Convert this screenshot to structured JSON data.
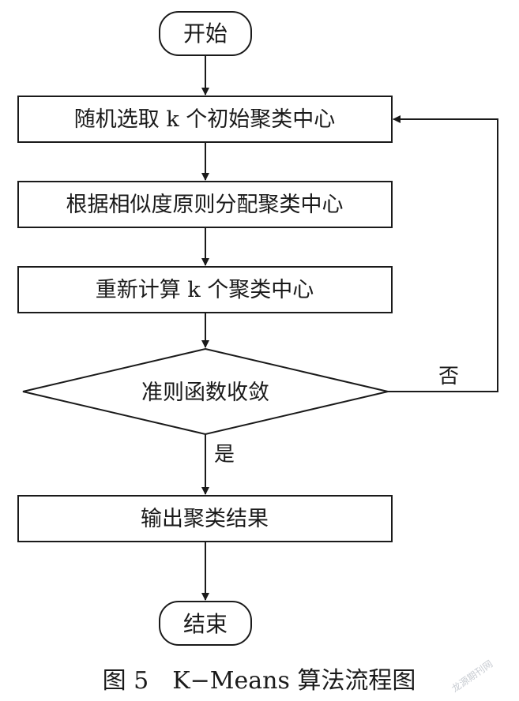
{
  "flowchart": {
    "start": "开始",
    "step1": "随机选取 k 个初始聚类中心",
    "step2": "根据相似度原则分配聚类中心",
    "step3": "重新计算 k 个聚类中心",
    "decision": "准则函数收敛",
    "no_label": "否",
    "yes_label": "是",
    "step4": "输出聚类结果",
    "end": "结束"
  },
  "caption": "图 5　K−Means 算法流程图",
  "watermark": "龙源期刊网"
}
